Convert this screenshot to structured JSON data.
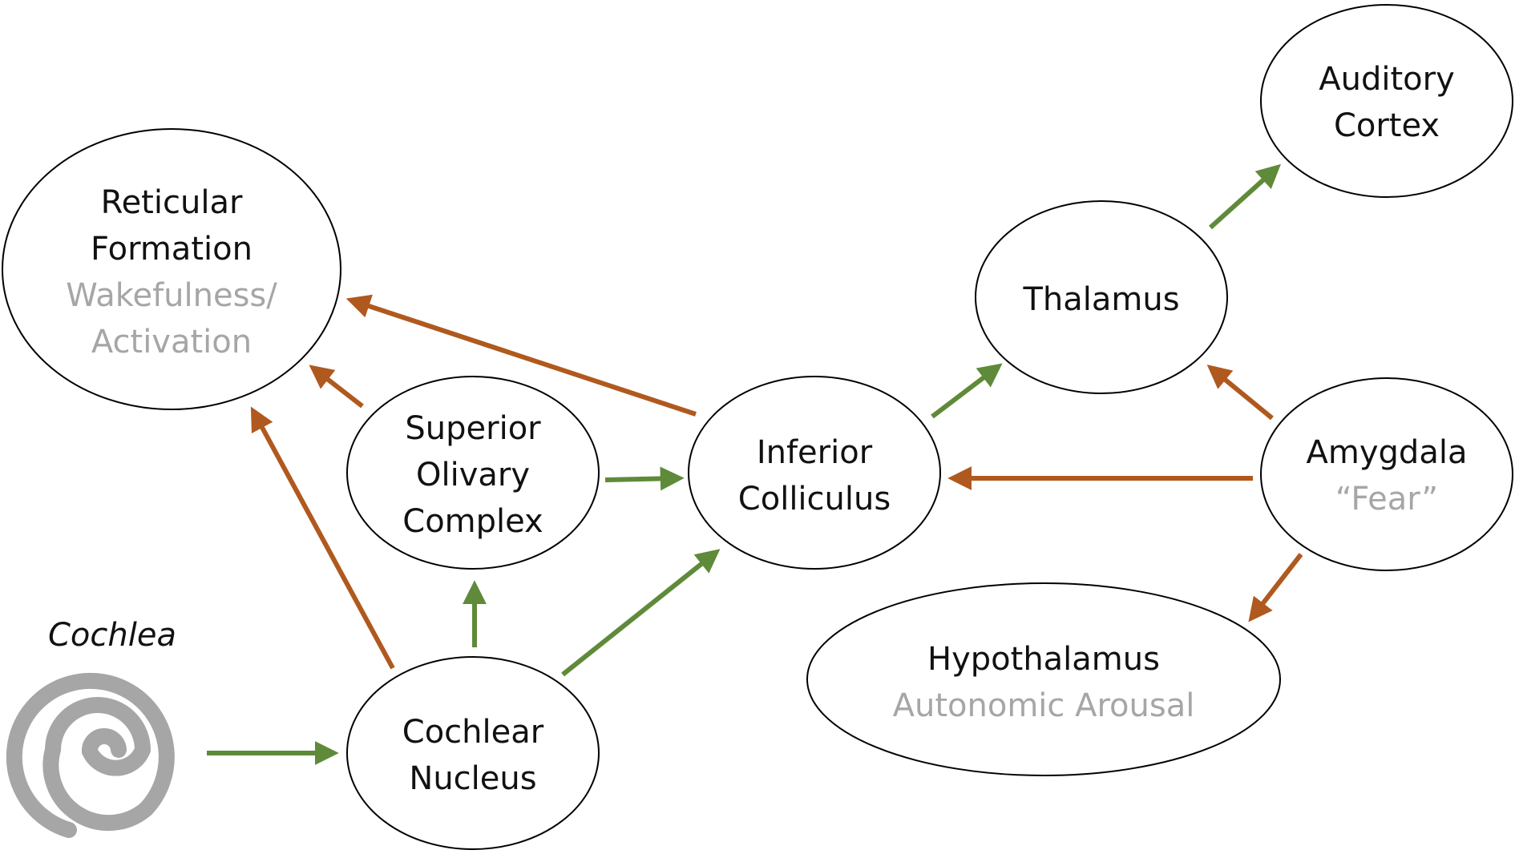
{
  "colors": {
    "ascending": "#5f8a3a",
    "descending": "#b0591f",
    "secondary_text": "#a6a6a6",
    "cochlea_spiral": "#a6a6a6"
  },
  "cochlea": {
    "label": "Cochlea",
    "icon": "spiral-icon"
  },
  "nodes": {
    "reticular_formation": {
      "line1": "Reticular",
      "line2": "Formation",
      "sub1": "Wakefulness/",
      "sub2": "Activation"
    },
    "superior_olivary": {
      "line1": "Superior",
      "line2": "Olivary",
      "line3": "Complex"
    },
    "cochlear_nucleus": {
      "line1": "Cochlear",
      "line2": "Nucleus"
    },
    "inferior_colliculus": {
      "line1": "Inferior",
      "line2": "Colliculus"
    },
    "thalamus": {
      "line1": "Thalamus"
    },
    "auditory_cortex": {
      "line1": "Auditory",
      "line2": "Cortex"
    },
    "amygdala": {
      "line1": "Amygdala",
      "sub1": "“Fear”"
    },
    "hypothalamus": {
      "line1": "Hypothalamus",
      "sub1": "Autonomic Arousal"
    }
  },
  "connections": [
    {
      "from": "Cochlea",
      "to": "Cochlear Nucleus",
      "type": "ascending"
    },
    {
      "from": "Cochlear Nucleus",
      "to": "Superior Olivary Complex",
      "type": "ascending"
    },
    {
      "from": "Cochlear Nucleus",
      "to": "Inferior Colliculus",
      "type": "ascending"
    },
    {
      "from": "Superior Olivary Complex",
      "to": "Inferior Colliculus",
      "type": "ascending"
    },
    {
      "from": "Inferior Colliculus",
      "to": "Thalamus",
      "type": "ascending"
    },
    {
      "from": "Thalamus",
      "to": "Auditory Cortex",
      "type": "ascending"
    },
    {
      "from": "Cochlear Nucleus",
      "to": "Reticular Formation",
      "type": "descending"
    },
    {
      "from": "Superior Olivary Complex",
      "to": "Reticular Formation",
      "type": "descending"
    },
    {
      "from": "Inferior Colliculus",
      "to": "Reticular Formation",
      "type": "descending"
    },
    {
      "from": "Amygdala",
      "to": "Thalamus",
      "type": "descending"
    },
    {
      "from": "Amygdala",
      "to": "Inferior Colliculus",
      "type": "descending"
    },
    {
      "from": "Amygdala",
      "to": "Hypothalamus",
      "type": "descending"
    }
  ]
}
